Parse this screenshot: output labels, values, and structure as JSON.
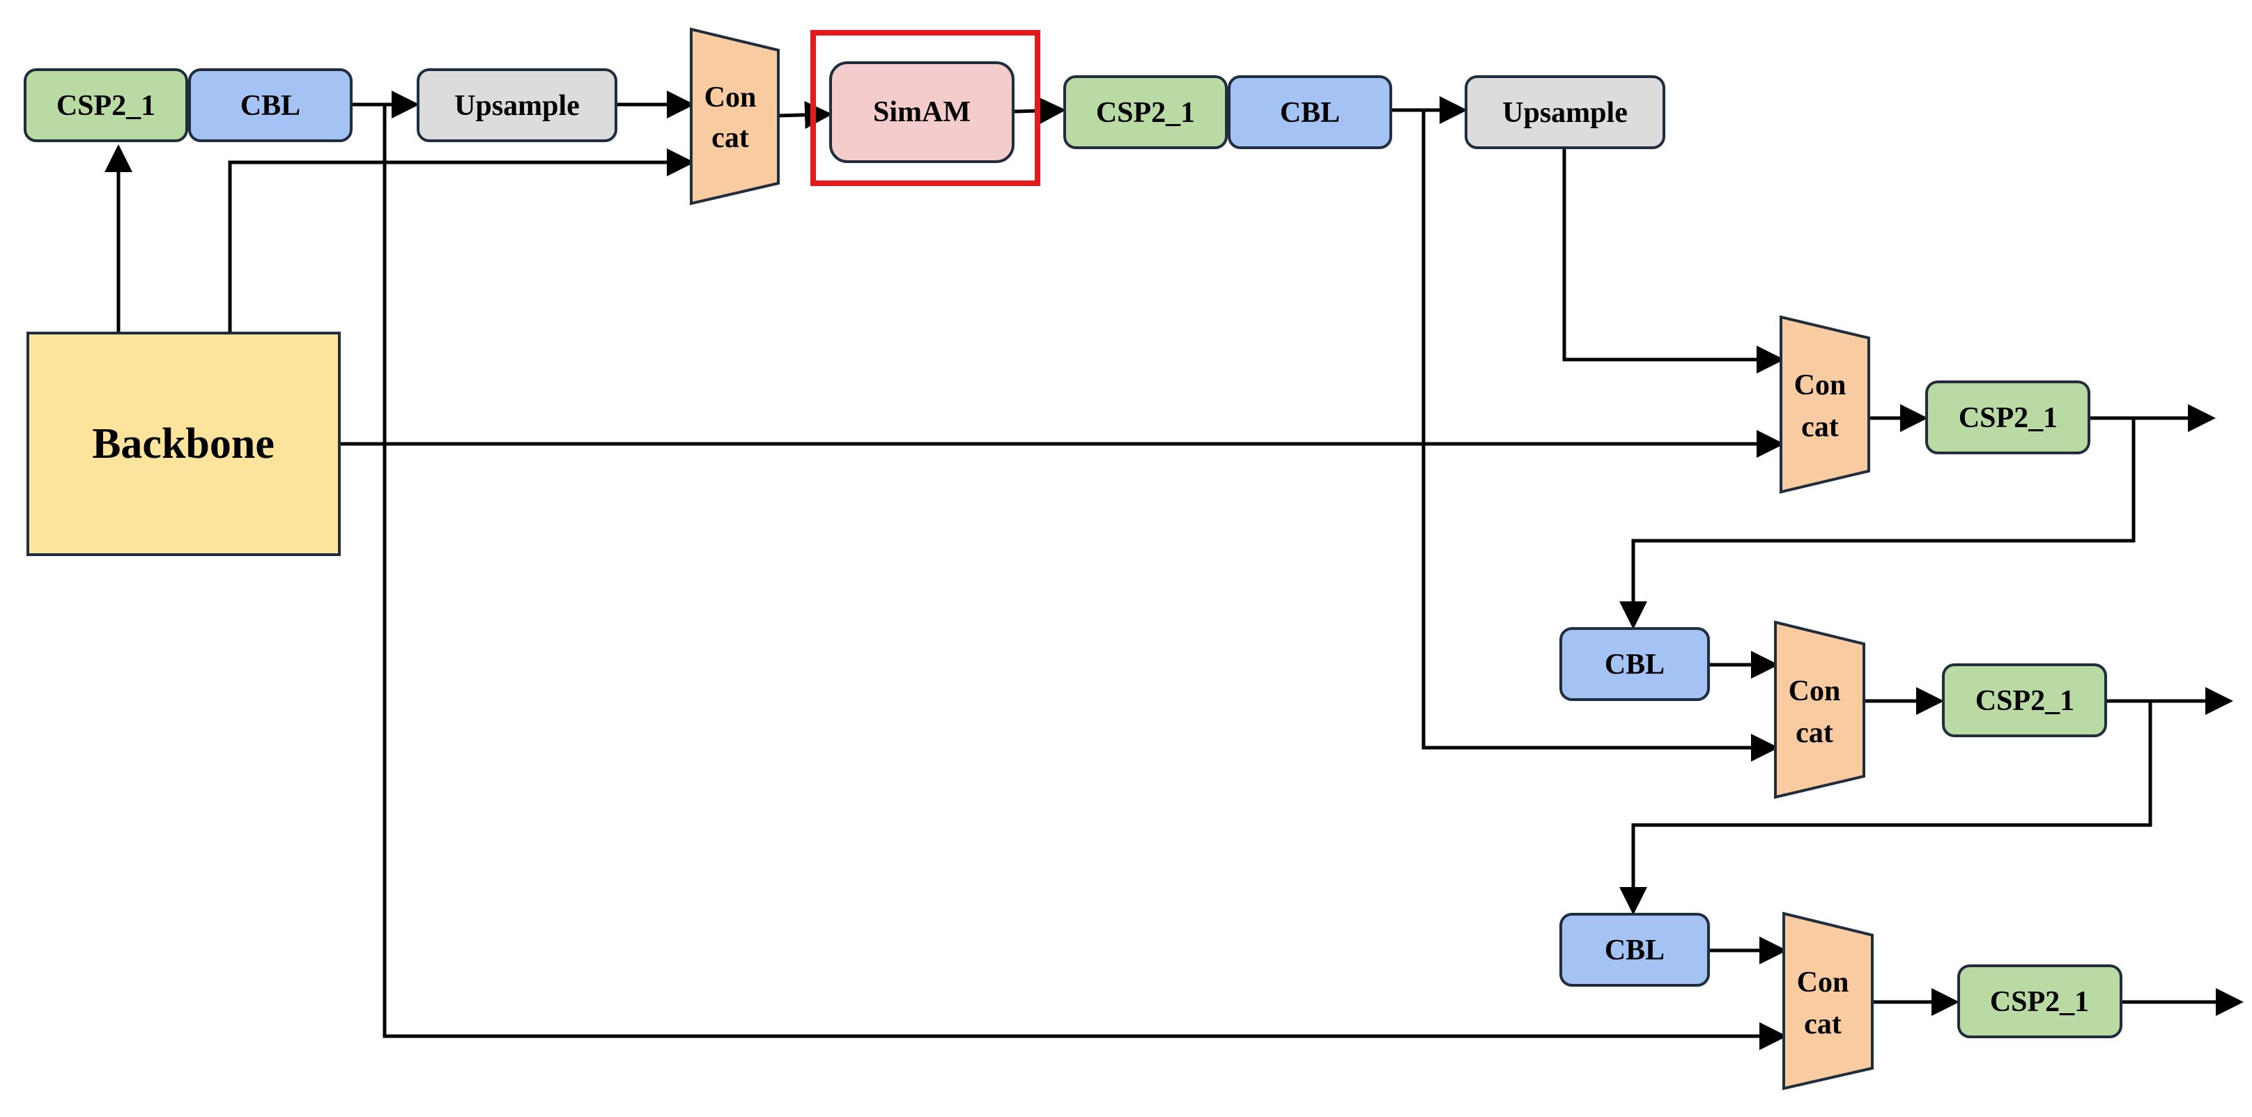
{
  "colors": {
    "csp": "#b9dba3",
    "cbl": "#a4c2f4",
    "upsample": "#dcdcdc",
    "concat": "#f8cba0",
    "simam": "#f4cccc",
    "backbone": "#fde49c",
    "highlight": "#e8191b",
    "line": "#000000"
  },
  "nodes": {
    "backbone": "Backbone",
    "csp_top": "CSP2_1",
    "cbl_top": "CBL",
    "upsample_1": "Upsample",
    "concat_1_a": "Con",
    "concat_1_b": "cat",
    "simam": "SimAM",
    "csp_mid": "CSP2_1",
    "cbl_mid": "CBL",
    "upsample_2": "Upsample",
    "concat_2_a": "Con",
    "concat_2_b": "cat",
    "csp_out_1": "CSP2_1",
    "cbl_3": "CBL",
    "concat_3_a": "Con",
    "concat_3_b": "cat",
    "csp_out_2": "CSP2_1",
    "cbl_4": "CBL",
    "concat_4_a": "Con",
    "concat_4_b": "cat",
    "csp_out_3": "CSP2_1"
  }
}
